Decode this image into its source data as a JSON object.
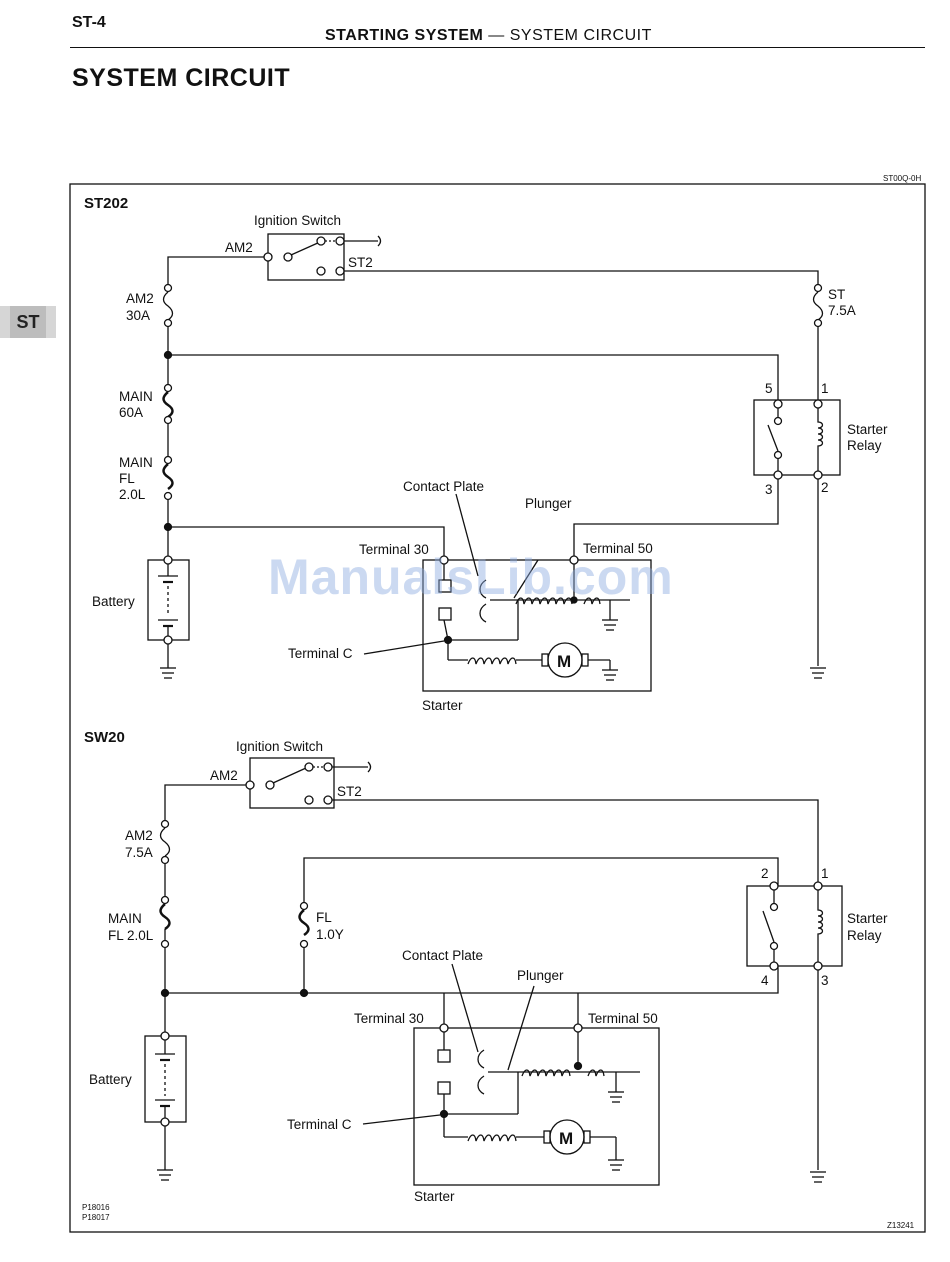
{
  "header": {
    "page_id": "ST-4",
    "title_bold": "STARTING SYSTEM",
    "title_sep": " — ",
    "title_rest": "SYSTEM CIRCUIT"
  },
  "section_title": "SYSTEM CIRCUIT",
  "side_tab": "ST",
  "watermark": "ManualsLib.com",
  "diagram": {
    "ref_code": "ST00Q-0H",
    "footer_refs_1": "P18016",
    "footer_refs_2": "P18017",
    "figure_code": "Z13241",
    "st202": {
      "title": "ST202",
      "ignition_switch": "Ignition Switch",
      "am2": "AM2",
      "st2": "ST2",
      "fuse_am2_name": "AM2",
      "fuse_am2_rating": "30A",
      "fuse_st_name": "ST",
      "fuse_st_rating": "7.5A",
      "main_name": "MAIN",
      "main_rating": "60A",
      "fl_line1": "MAIN",
      "fl_line2": "FL",
      "fl_line3": "2.0L",
      "battery": "Battery",
      "relay_line1": "Starter",
      "relay_line2": "Relay",
      "pin5": "5",
      "pin1": "1",
      "pin3": "3",
      "pin2": "2",
      "contact_plate": "Contact Plate",
      "plunger": "Plunger",
      "terminal30": "Terminal 30",
      "terminal50": "Terminal 50",
      "terminal_c": "Terminal C",
      "starter": "Starter",
      "motor": "M"
    },
    "sw20": {
      "title": "SW20",
      "ignition_switch": "Ignition Switch",
      "am2": "AM2",
      "st2": "ST2",
      "fuse_am2_name": "AM2",
      "fuse_am2_rating": "7.5A",
      "fl_main_line1": "MAIN",
      "fl_main_line2": "FL 2.0L",
      "fl_name": "FL",
      "fl_rating": "1.0Y",
      "battery": "Battery",
      "relay_line1": "Starter",
      "relay_line2": "Relay",
      "pin2": "2",
      "pin1": "1",
      "pin4": "4",
      "pin3": "3",
      "contact_plate": "Contact Plate",
      "plunger": "Plunger",
      "terminal30": "Terminal 30",
      "terminal50": "Terminal 50",
      "terminal_c": "Terminal C",
      "starter": "Starter",
      "motor": "M"
    }
  }
}
